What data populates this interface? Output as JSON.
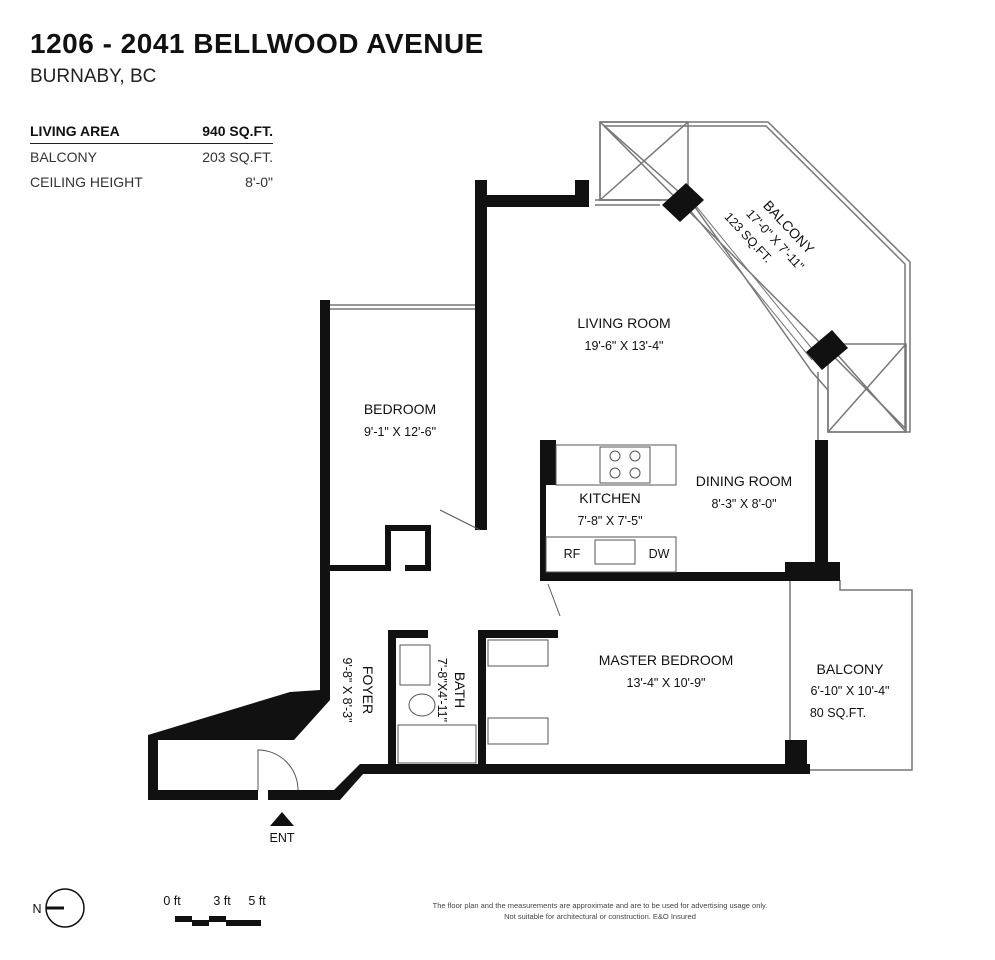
{
  "header": {
    "title": "1206 - 2041 BELLWOOD AVENUE",
    "city": "BURNABY, BC"
  },
  "stats": [
    {
      "label": "LIVING AREA",
      "value": "940 SQ.FT."
    },
    {
      "label": "BALCONY",
      "value": "203 SQ.FT."
    },
    {
      "label": "CEILING HEIGHT",
      "value": "8'-0\""
    }
  ],
  "rooms": {
    "balcony_top": {
      "name": "BALCONY",
      "dims": "17'-0\"  X  7'-11\"",
      "area": "123 SQ.FT."
    },
    "living": {
      "name": "LIVING ROOM",
      "dims": "19'-6\"  X  13'-4\""
    },
    "bedroom": {
      "name": "BEDROOM",
      "dims": "9'-1\"  X  12'-6\""
    },
    "kitchen": {
      "name": "KITCHEN",
      "dims": "7'-8\"  X  7'-5\""
    },
    "dining": {
      "name": "DINING ROOM",
      "dims": "8'-3\"  X  8'-0\""
    },
    "master": {
      "name": "MASTER BEDROOM",
      "dims": "13'-4\"  X  10'-9\""
    },
    "balcony_right": {
      "name": "BALCONY",
      "dims": "6'-10\"  X  10'-4\"",
      "area": "80 SQ.FT."
    },
    "bath": {
      "name": "BATH",
      "dims": "7'-8\"X4'-11\""
    },
    "foyer": {
      "name": "FOYER",
      "dims": "9'-8\"  X  8'-3\""
    }
  },
  "appliances": {
    "rf": "RF",
    "dw": "DW"
  },
  "entry": "ENT",
  "compass": "N",
  "scale": {
    "t0": "0 ft",
    "t3": "3 ft",
    "t5": "5 ft"
  },
  "disclaimer": [
    "The floor plan and the measurements are approximate and are to be used for advertising usage only.",
    "Not suitable for architectural or construction. E&O Insured"
  ]
}
